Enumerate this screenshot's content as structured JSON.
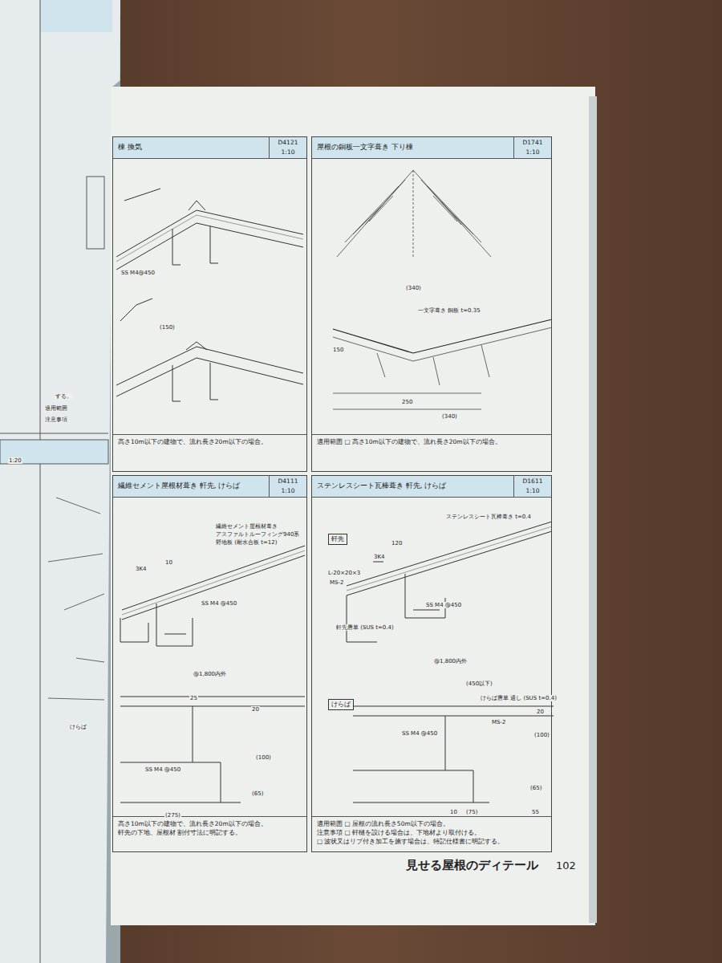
{
  "diagram": {
    "nodes": [
      {
        "text": [
          "棟 換気",
          "D4121",
          "1:10"
        ]
      },
      {
        "text": [
          "高さ10m以下の建物で、流れ長さ20m以下の場合。"
        ],
        "in": 0
      },
      {
        "text": [
          "屋根の銅板一文字葺き 下り棟",
          "D1741",
          "1:10"
        ]
      },
      {
        "text": [
          "適用範囲 □ 高さ10m以下の建物で、流れ長さ20m以下の場合。"
        ],
        "in": 2
      },
      {
        "text": [
          "繊維セメント屋根材葺き 軒先, けらば",
          "D4111",
          "1:10"
        ]
      },
      {
        "text": [
          "高さ10m以下の建物で、流れ長さ20m以下の場合。",
          "軒先の下地、屋根材 割付寸法に明記する。"
        ],
        "in": 4
      },
      {
        "text": [
          "ステンレスシート瓦棒葺き 軒先, けらば",
          "D1611",
          "1:10"
        ]
      },
      {
        "text": [
          "軒先"
        ],
        "in": 6
      },
      {
        "text": [
          "けらば"
        ],
        "in": 6
      },
      {
        "text": [
          "適用範囲 □ 屋根の流れ長さ50m以下の場合。",
          "注意事項 □ 軒樋を設ける場合は、下地材より取付ける。",
          "□ 波状又はリブ付き加工を施す場合は、特記仕様書に明記する。"
        ],
        "in": 6
      }
    ],
    "labels": [
      "(150)",
      "SS M4@450",
      "150",
      "(340)",
      "一文字葺き 銅板 t=0.35",
      "250",
      "(340)",
      "10",
      "3K4",
      "繊維セメント屋根材葺き",
      "アスファルトルーフィング940系",
      "野地板 (耐水合板 t=12)",
      "SS M4 @450",
      "@1,800内外",
      "25",
      "20",
      "(100)",
      "(65)",
      "SS M4 @450",
      "(275)",
      "120",
      "3K4",
      "ステンレスシート瓦棒葺き t=0.4",
      "L-20×20×3",
      "MS-2",
      "SS M4 @450",
      "軒先唐草 (SUS t=0.4)",
      "@1,800内外",
      "(450以下)",
      "けらば唐草 通し (SUS t=0.4)",
      "MS-2",
      "20",
      "(100)",
      "(65)",
      "SS M4 @450",
      "10",
      "(75)",
      "55",
      "する。",
      "適用範囲",
      "注意事項",
      "1:20",
      "けらば",
      "見せる屋根のディテール",
      "102"
    ]
  }
}
